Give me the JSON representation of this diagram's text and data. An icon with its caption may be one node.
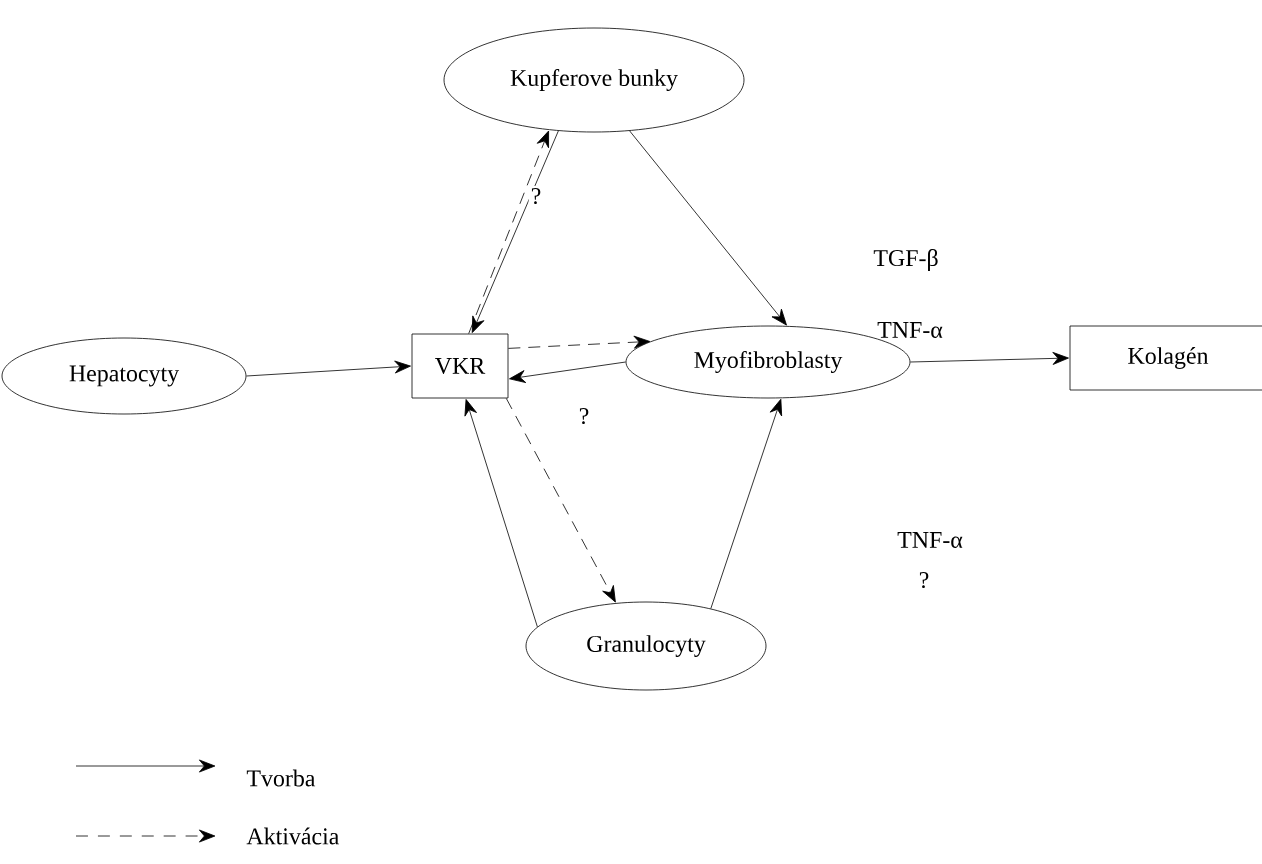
{
  "diagram": {
    "nodes": [
      {
        "text": [
          "Kupferove bunky"
        ]
      },
      {
        "text": [
          "Hepatocyty"
        ]
      },
      {
        "text": [
          "VKR"
        ]
      },
      {
        "text": [
          "Myofibroblasty"
        ]
      },
      {
        "text": [
          "Kolagén"
        ]
      },
      {
        "text": [
          "Granulocyty"
        ]
      }
    ],
    "edges": [
      {
        "from": 0,
        "to": 2,
        "arrow": "to"
      },
      {
        "from": 2,
        "to": 0,
        "arrow": "to",
        "style": "dashed",
        "label": "?"
      },
      {
        "from": 0,
        "to": 3,
        "arrow": "to"
      },
      {
        "from": 1,
        "to": 2,
        "arrow": "to"
      },
      {
        "from": 2,
        "to": 3,
        "arrow": "to",
        "style": "dashed"
      },
      {
        "from": 3,
        "to": 2,
        "arrow": "to",
        "label": "?"
      },
      {
        "from": 3,
        "to": 4,
        "arrow": "to"
      },
      {
        "from": 2,
        "to": 5,
        "arrow": "to",
        "style": "dashed"
      },
      {
        "from": 5,
        "to": 2,
        "arrow": "to"
      },
      {
        "from": 5,
        "to": 3,
        "arrow": "to"
      }
    ],
    "labels": [
      "TGF-β",
      "TNF-α",
      "TNF-α",
      "?"
    ],
    "legend": [
      {
        "text": "Tvorba"
      },
      {
        "text": "Aktivácia"
      }
    ]
  }
}
